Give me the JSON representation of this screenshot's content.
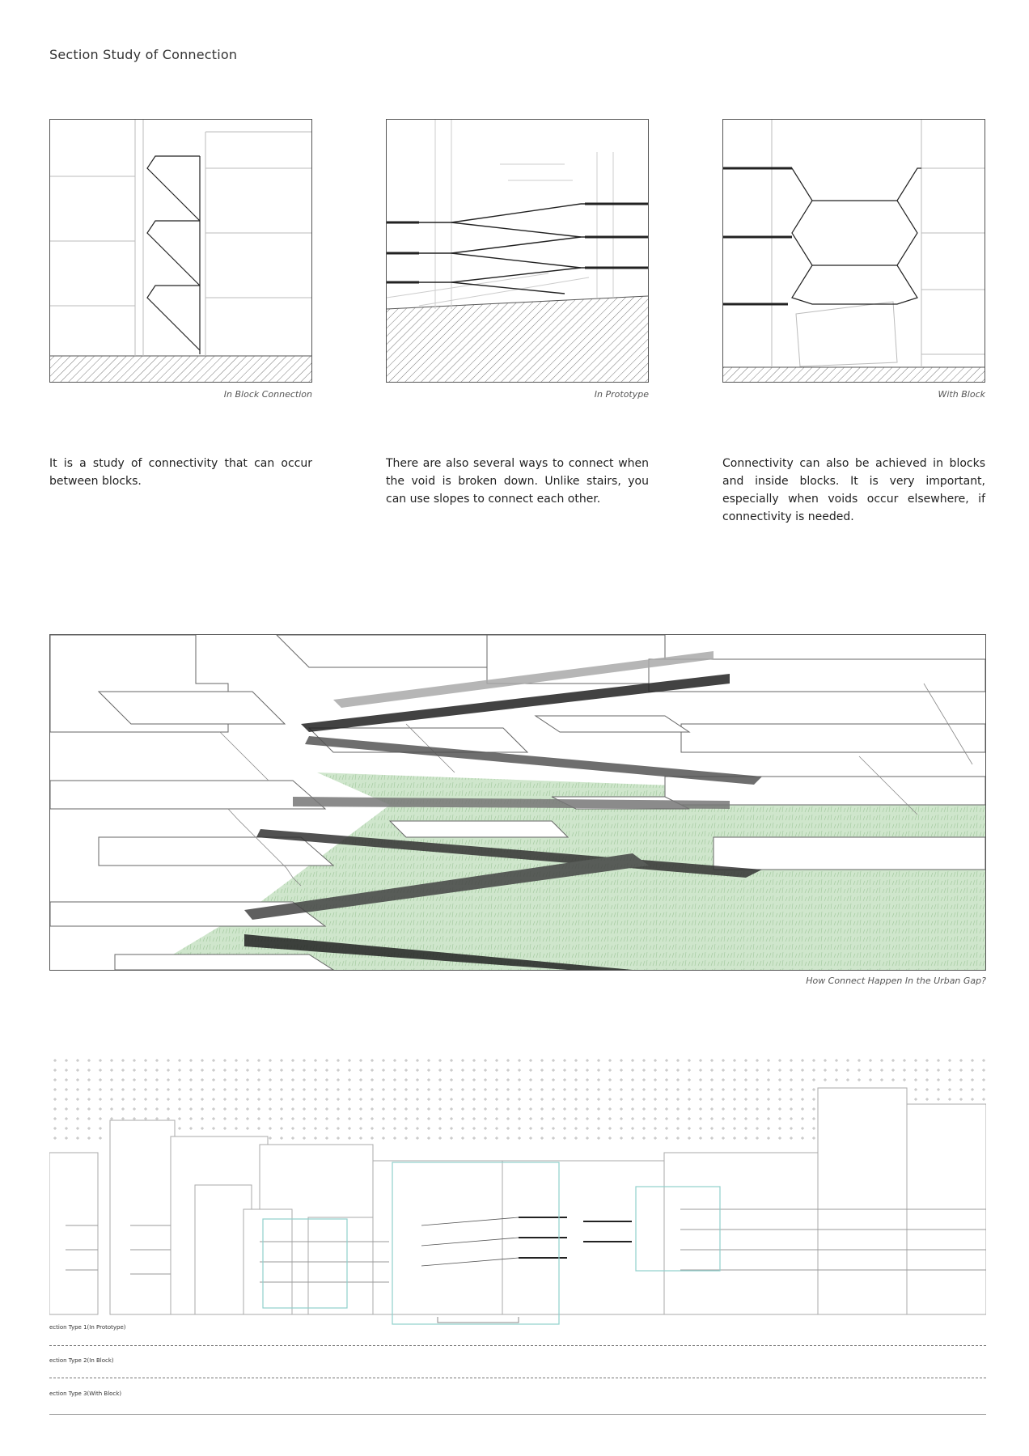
{
  "page_title": "Section Study of Connection",
  "panels": [
    {
      "caption": "In Block Connection",
      "text": "It is a study of connectivity that can occur between blocks."
    },
    {
      "caption": "In Prototype",
      "text": "There are also several ways to connect when the void is broken down. Unlike stairs, you can use slopes to connect each other."
    },
    {
      "caption": "With Block",
      "text": "Connectivity can also be achieved in blocks and inside blocks. It is very important, especially when voids occur elsewhere, if connectivity is needed."
    }
  ],
  "perspective": {
    "caption": "How Connect Happen In the Urban Gap?"
  },
  "section_rows": [
    {
      "label": "ection Type 1(In Prototype)"
    },
    {
      "label": "ection Type 2(In Block)"
    },
    {
      "label": "ection Type 3(With Block)"
    }
  ],
  "colors": {
    "grass": "#cfe6cc",
    "highlight": "#8fd0cc",
    "dark": "#2a2a2a"
  }
}
